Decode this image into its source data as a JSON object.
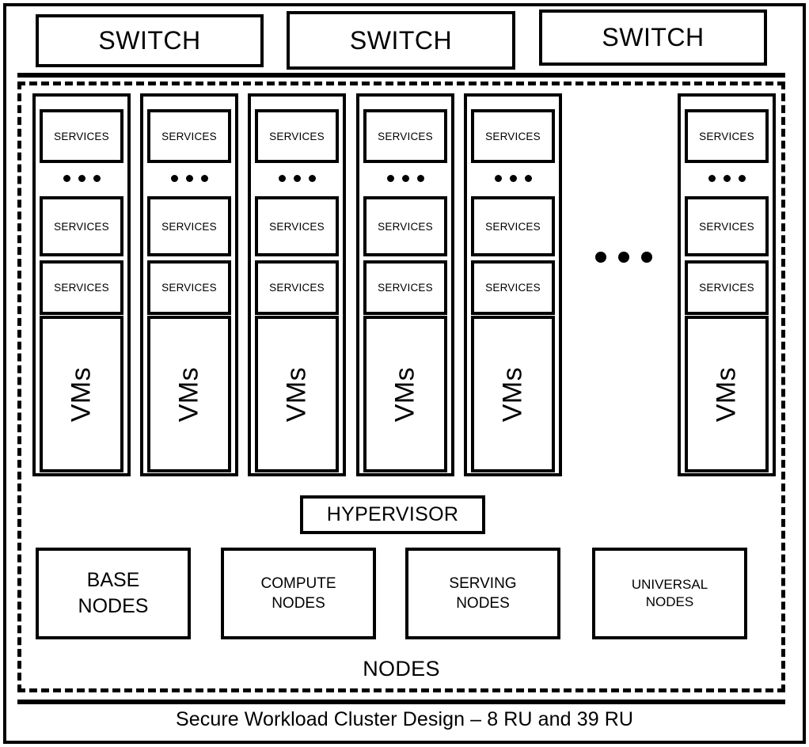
{
  "diagram": {
    "caption": "Secure Workload Cluster Design – 8 RU and 39 RU",
    "colors": {
      "stroke": "#000000",
      "background": "#ffffff"
    }
  },
  "switches": [
    {
      "label": "SWITCH"
    },
    {
      "label": "SWITCH"
    },
    {
      "label": "SWITCH"
    }
  ],
  "cluster": {
    "region_label": "NODES",
    "columns": [
      {
        "services": [
          "SERVICES",
          "SERVICES",
          "SERVICES"
        ],
        "vms": "VMs",
        "ellipsis": "•••"
      },
      {
        "services": [
          "SERVICES",
          "SERVICES",
          "SERVICES"
        ],
        "vms": "VMs",
        "ellipsis": "•••"
      },
      {
        "services": [
          "SERVICES",
          "SERVICES",
          "SERVICES"
        ],
        "vms": "VMs",
        "ellipsis": "•••"
      },
      {
        "services": [
          "SERVICES",
          "SERVICES",
          "SERVICES"
        ],
        "vms": "VMs",
        "ellipsis": "•••"
      },
      {
        "services": [
          "SERVICES",
          "SERVICES",
          "SERVICES"
        ],
        "vms": "VMs",
        "ellipsis": "•••"
      },
      {
        "services": [
          "SERVICES",
          "SERVICES",
          "SERVICES"
        ],
        "vms": "VMs",
        "ellipsis": "•••"
      }
    ],
    "column_gap_ellipsis": "•••",
    "hypervisor": {
      "label": "HYPERVISOR"
    },
    "node_types": [
      {
        "line1": "BASE",
        "line2": "NODES",
        "size": "big"
      },
      {
        "line1": "COMPUTE",
        "line2": "NODES",
        "size": "mid"
      },
      {
        "line1": "SERVING",
        "line2": "NODES",
        "size": "mid"
      },
      {
        "line1": "UNIVERSAL",
        "line2": "NODES",
        "size": "small"
      }
    ]
  }
}
